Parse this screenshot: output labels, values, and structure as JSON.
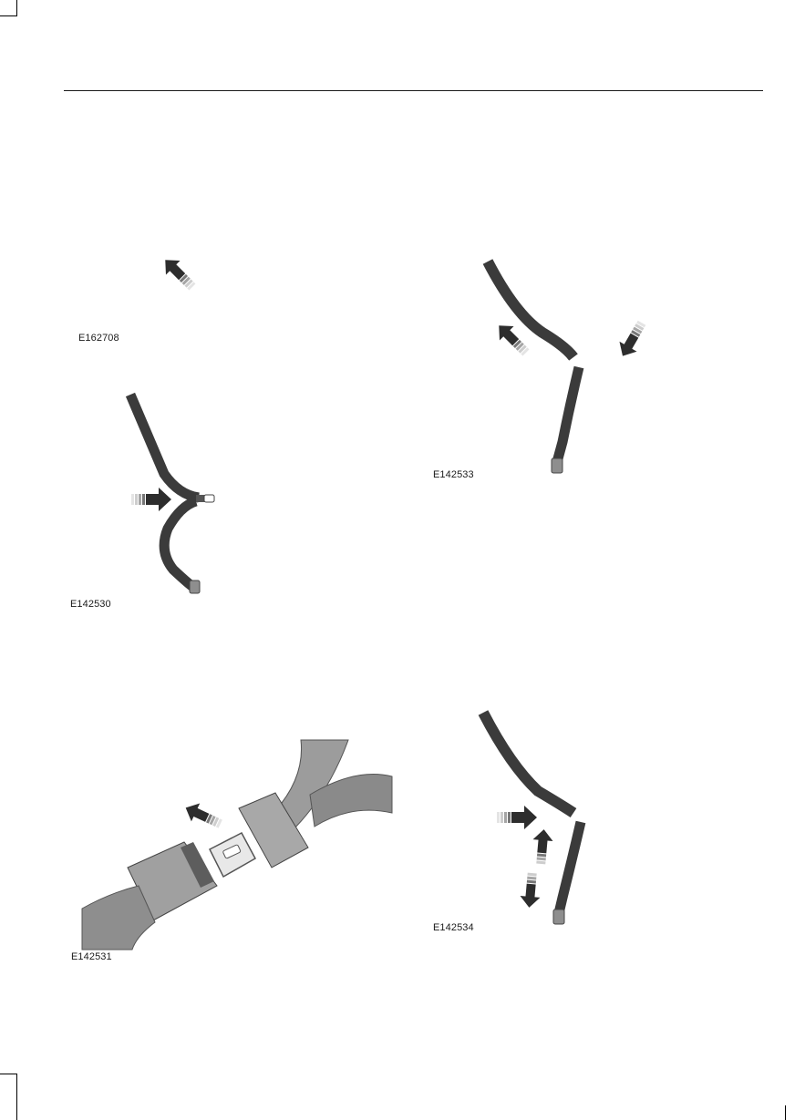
{
  "figures": [
    {
      "id": "fig-1",
      "code": "E162708"
    },
    {
      "id": "fig-2",
      "code": "E142530"
    },
    {
      "id": "fig-3",
      "code": "E142533"
    },
    {
      "id": "fig-4",
      "code": "E142531"
    },
    {
      "id": "fig-5",
      "code": "E142534"
    }
  ],
  "colors": {
    "strap": "#3b3b3b",
    "arrow": "#2d2d2d",
    "buckle": "#9c9c9c",
    "rule": "#1a1a1a"
  }
}
